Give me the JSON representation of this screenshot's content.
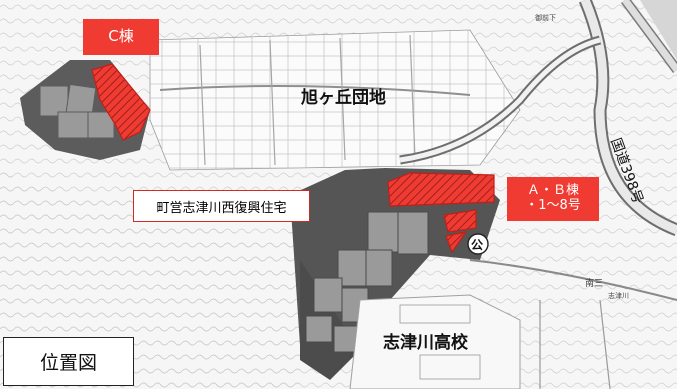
{
  "map": {
    "title": "位置図",
    "labels": {
      "c_building": "C棟",
      "ab_building_line1": "Ａ・Ｂ棟",
      "ab_building_line2": "・1～8号",
      "housing_name": "町営志津川西復興住宅",
      "district": "旭ヶ丘団地",
      "school": "志津川高校",
      "route": "国道398号",
      "park_marker": "公"
    },
    "small_labels": {
      "top_right_place": "御前下",
      "south_place_1": "南三",
      "south_place_2": "志津川"
    },
    "colors": {
      "site_red": "#ef3b32",
      "hatch_red": "#e63a33",
      "building_gray": "#8c8c8c",
      "terrain_dark": "#555555",
      "road": "#7a7a7a"
    }
  }
}
